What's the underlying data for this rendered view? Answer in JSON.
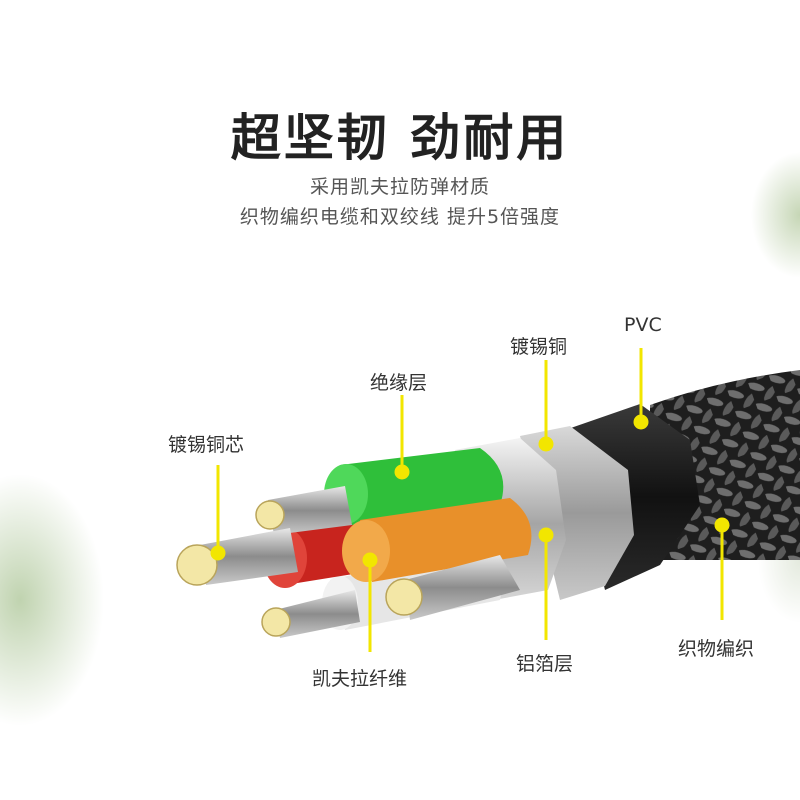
{
  "headline": "超坚韧 劲耐用",
  "description": [
    "采用凯夫拉防弹材质",
    "织物编织电缆和双绞线 提升5倍强度"
  ],
  "labels": {
    "pvc": "PVC",
    "tinned_copper": "镀锡铜",
    "insulation": "绝缘层",
    "tinned_copper_core": "镀锡铜芯",
    "kevlar_fiber": "凯夫拉纤维",
    "aluminum_foil": "铝箔层",
    "fabric_braid": "织物编织"
  },
  "colors": {
    "callout": "#f2e600",
    "green_core": "#2fbf3a",
    "red_core": "#c8241e",
    "orange_core": "#e8902a",
    "white_core": "#e6e6e6",
    "pvc": "#1c1c1c",
    "braid": "#2a2a2a"
  }
}
